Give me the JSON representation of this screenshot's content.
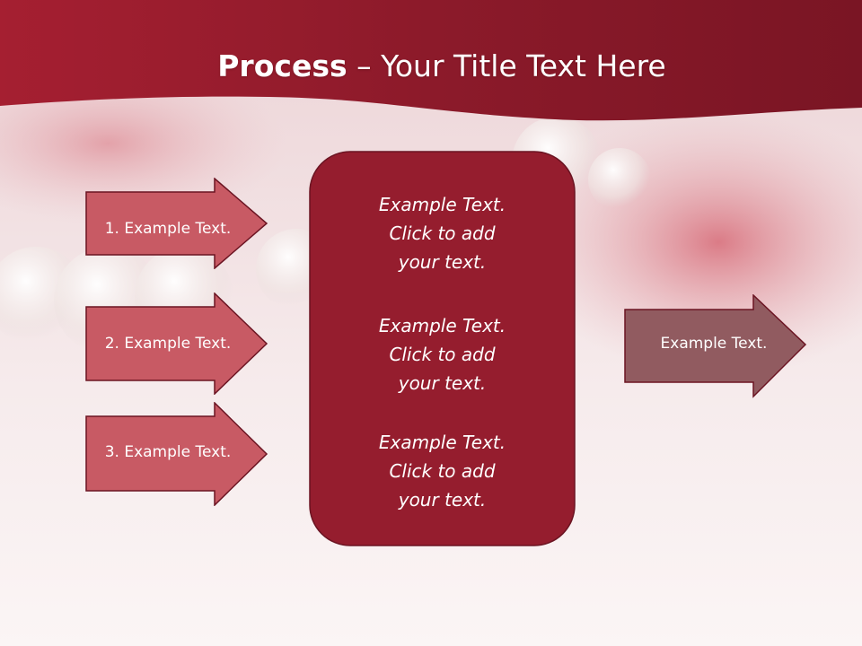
{
  "title": {
    "bold": "Process",
    "rest": " – Your Title Text Here"
  },
  "input_arrows": [
    {
      "label": "1. Example Text."
    },
    {
      "label": "2. Example Text."
    },
    {
      "label": "3. Example Text."
    }
  ],
  "center_panel": {
    "blocks": [
      {
        "lines": [
          "Example Text.",
          "Click  to add",
          "your text."
        ]
      },
      {
        "lines": [
          "Example Text.",
          "Click  to add",
          "your text."
        ]
      },
      {
        "lines": [
          "Example Text.",
          "Click  to add",
          "your text."
        ]
      }
    ]
  },
  "output_arrow": {
    "label": "Example Text."
  },
  "colors": {
    "header": "#8f1a2b",
    "input_arrow_fill": "#c85a64",
    "panel_fill": "#951d2e",
    "output_arrow_fill": "#915b60",
    "outline": "#6b1422"
  }
}
